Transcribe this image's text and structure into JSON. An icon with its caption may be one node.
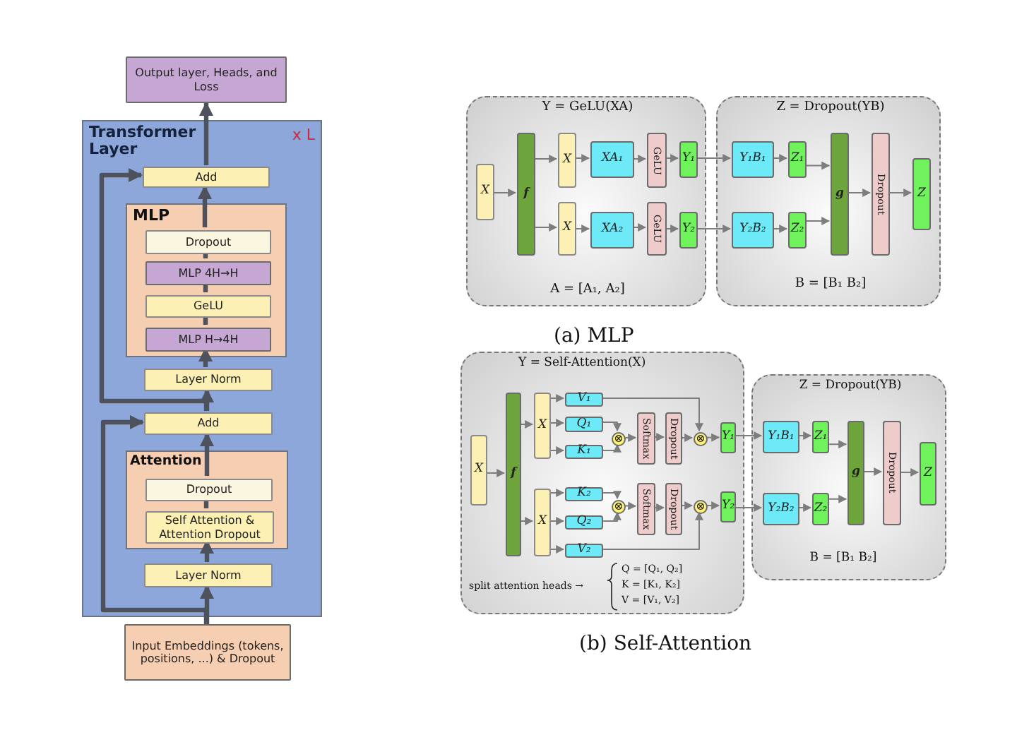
{
  "diagram": {
    "nodes": [
      {
        "text": [
          "Output layer, Heads, and Loss"
        ]
      },
      {
        "text": [
          "Transformer Layer",
          "x L"
        ]
      },
      {
        "text": [
          "Add"
        ],
        "in": 1
      },
      {
        "text": [
          "MLP"
        ],
        "in": 1
      },
      {
        "text": [
          "Dropout"
        ],
        "in": 3
      },
      {
        "text": [
          "MLP 4H→H"
        ],
        "in": 3
      },
      {
        "text": [
          "GeLU"
        ],
        "in": 3
      },
      {
        "text": [
          "MLP H→4H"
        ],
        "in": 3
      },
      {
        "text": [
          "Layer Norm"
        ],
        "in": 1
      },
      {
        "text": [
          "Add"
        ],
        "in": 1
      },
      {
        "text": [
          "Attention"
        ],
        "in": 1
      },
      {
        "text": [
          "Dropout"
        ],
        "in": 10
      },
      {
        "text": [
          "Self Attention & Attention Dropout"
        ],
        "in": 10
      },
      {
        "text": [
          "Layer Norm"
        ],
        "in": 1
      },
      {
        "text": [
          "Input Embeddings (tokens, positions, ...) & Dropout"
        ]
      },
      {
        "text": [
          "Y = GeLU(XA)",
          "A = [A₁, A₂]"
        ]
      },
      {
        "text": [
          "X"
        ],
        "in": 15
      },
      {
        "text": [
          "f"
        ],
        "in": 15
      },
      {
        "text": [
          "X"
        ],
        "in": 15
      },
      {
        "text": [
          "XA₁"
        ],
        "in": 15
      },
      {
        "text": [
          "GeLU"
        ],
        "in": 15
      },
      {
        "text": [
          "Y₁"
        ],
        "in": 15
      },
      {
        "text": [
          "X"
        ],
        "in": 15
      },
      {
        "text": [
          "XA₂"
        ],
        "in": 15
      },
      {
        "text": [
          "GeLU"
        ],
        "in": 15
      },
      {
        "text": [
          "Y₂"
        ],
        "in": 15
      },
      {
        "text": [
          "Z = Dropout(YB)",
          "B = [B₁ B₂]"
        ]
      },
      {
        "text": [
          "Y₁B₁"
        ],
        "in": 26
      },
      {
        "text": [
          "Z₁"
        ],
        "in": 26
      },
      {
        "text": [
          "Y₂B₂"
        ],
        "in": 26
      },
      {
        "text": [
          "Z₂"
        ],
        "in": 26
      },
      {
        "text": [
          "g"
        ],
        "in": 26
      },
      {
        "text": [
          "Dropout"
        ],
        "in": 26
      },
      {
        "text": [
          "Z"
        ],
        "in": 26
      },
      {
        "text": [
          "Y = Self-Attention(X)",
          "split attention heads →",
          "Q = [Q₁, Q₂]",
          "K = [K₁, K₂]",
          "V = [V₁, V₂]"
        ]
      },
      {
        "text": [
          "X"
        ],
        "in": 34
      },
      {
        "text": [
          "f"
        ],
        "in": 34
      },
      {
        "text": [
          "X"
        ],
        "in": 34
      },
      {
        "text": [
          "V₁"
        ],
        "in": 34
      },
      {
        "text": [
          "Q₁"
        ],
        "in": 34
      },
      {
        "text": [
          "K₁"
        ],
        "in": 34
      },
      {
        "text": [
          "⊗"
        ],
        "in": 34
      },
      {
        "text": [
          "Softmax"
        ],
        "in": 34
      },
      {
        "text": [
          "Dropout"
        ],
        "in": 34
      },
      {
        "text": [
          "⊗"
        ],
        "in": 34
      },
      {
        "text": [
          "Y₁"
        ],
        "in": 34
      },
      {
        "text": [
          "X"
        ],
        "in": 34
      },
      {
        "text": [
          "K₂"
        ],
        "in": 34
      },
      {
        "text": [
          "Q₂"
        ],
        "in": 34
      },
      {
        "text": [
          "V₂"
        ],
        "in": 34
      },
      {
        "text": [
          "⊗"
        ],
        "in": 34
      },
      {
        "text": [
          "Softmax"
        ],
        "in": 34
      },
      {
        "text": [
          "Dropout"
        ],
        "in": 34
      },
      {
        "text": [
          "⊗"
        ],
        "in": 34
      },
      {
        "text": [
          "Y₂"
        ],
        "in": 34
      },
      {
        "text": [
          "Z = Dropout(YB)",
          "B = [B₁ B₂]"
        ]
      },
      {
        "text": [
          "Y₁B₁"
        ],
        "in": 55
      },
      {
        "text": [
          "Z₁"
        ],
        "in": 55
      },
      {
        "text": [
          "Y₂B₂"
        ],
        "in": 55
      },
      {
        "text": [
          "Z₂"
        ],
        "in": 55
      },
      {
        "text": [
          "g"
        ],
        "in": 55
      },
      {
        "text": [
          "Dropout"
        ],
        "in": 55
      },
      {
        "text": [
          "Z"
        ],
        "in": 55
      }
    ],
    "edges": [
      {
        "from": 14,
        "to": 13,
        "arrow": "to",
        "style": "thick"
      },
      {
        "from": 13,
        "to": 12,
        "arrow": "to",
        "style": "thick"
      },
      {
        "from": 12,
        "to": 11,
        "arrow": "none",
        "style": "thick"
      },
      {
        "from": 11,
        "to": 9,
        "arrow": "to",
        "style": "thick"
      },
      {
        "from": 14,
        "to": 9,
        "arrow": "to",
        "style": "thick"
      },
      {
        "from": 9,
        "to": 8,
        "arrow": "to",
        "style": "thick"
      },
      {
        "from": 8,
        "to": 7,
        "arrow": "to",
        "style": "thick"
      },
      {
        "from": 7,
        "to": 6,
        "arrow": "none",
        "style": "thick"
      },
      {
        "from": 6,
        "to": 5,
        "arrow": "none",
        "style": "thick"
      },
      {
        "from": 5,
        "to": 4,
        "arrow": "none",
        "style": "thick"
      },
      {
        "from": 4,
        "to": 2,
        "arrow": "to",
        "style": "thick"
      },
      {
        "from": 9,
        "to": 2,
        "arrow": "to",
        "style": "thick"
      },
      {
        "from": 2,
        "to": 0,
        "arrow": "to",
        "style": "thick"
      },
      {
        "from": 16,
        "to": 17,
        "arrow": "to"
      },
      {
        "from": 17,
        "to": 18,
        "arrow": "to"
      },
      {
        "from": 17,
        "to": 22,
        "arrow": "to"
      },
      {
        "from": 18,
        "to": 19,
        "arrow": "to"
      },
      {
        "from": 19,
        "to": 20,
        "arrow": "to"
      },
      {
        "from": 20,
        "to": 21,
        "arrow": "to"
      },
      {
        "from": 22,
        "to": 23,
        "arrow": "to"
      },
      {
        "from": 23,
        "to": 24,
        "arrow": "to"
      },
      {
        "from": 24,
        "to": 25,
        "arrow": "to"
      },
      {
        "from": 21,
        "to": 27,
        "arrow": "to"
      },
      {
        "from": 25,
        "to": 29,
        "arrow": "to"
      },
      {
        "from": 27,
        "to": 28,
        "arrow": "to"
      },
      {
        "from": 29,
        "to": 30,
        "arrow": "to"
      },
      {
        "from": 28,
        "to": 31,
        "arrow": "to"
      },
      {
        "from": 30,
        "to": 31,
        "arrow": "to"
      },
      {
        "from": 31,
        "to": 32,
        "arrow": "to"
      },
      {
        "from": 32,
        "to": 33,
        "arrow": "to"
      },
      {
        "from": 35,
        "to": 36,
        "arrow": "to"
      },
      {
        "from": 36,
        "to": 37,
        "arrow": "to"
      },
      {
        "from": 36,
        "to": 46,
        "arrow": "to"
      },
      {
        "from": 37,
        "to": 38,
        "arrow": "to"
      },
      {
        "from": 37,
        "to": 39,
        "arrow": "to"
      },
      {
        "from": 37,
        "to": 40,
        "arrow": "to"
      },
      {
        "from": 39,
        "to": 41,
        "arrow": "to"
      },
      {
        "from": 40,
        "to": 41,
        "arrow": "to"
      },
      {
        "from": 41,
        "to": 42,
        "arrow": "to"
      },
      {
        "from": 42,
        "to": 43,
        "arrow": "to"
      },
      {
        "from": 43,
        "to": 44,
        "arrow": "to"
      },
      {
        "from": 38,
        "to": 44,
        "arrow": "to"
      },
      {
        "from": 44,
        "to": 45,
        "arrow": "to"
      },
      {
        "from": 46,
        "to": 47,
        "arrow": "to"
      },
      {
        "from": 46,
        "to": 48,
        "arrow": "to"
      },
      {
        "from": 46,
        "to": 49,
        "arrow": "to"
      },
      {
        "from": 47,
        "to": 50,
        "arrow": "to"
      },
      {
        "from": 48,
        "to": 50,
        "arrow": "to"
      },
      {
        "from": 50,
        "to": 51,
        "arrow": "to"
      },
      {
        "from": 51,
        "to": 52,
        "arrow": "to"
      },
      {
        "from": 52,
        "to": 53,
        "arrow": "to"
      },
      {
        "from": 49,
        "to": 53,
        "arrow": "to"
      },
      {
        "from": 53,
        "to": 54,
        "arrow": "to"
      },
      {
        "from": 45,
        "to": 56,
        "arrow": "to"
      },
      {
        "from": 54,
        "to": 58,
        "arrow": "to"
      },
      {
        "from": 56,
        "to": 57,
        "arrow": "to"
      },
      {
        "from": 58,
        "to": 59,
        "arrow": "to"
      },
      {
        "from": 57,
        "to": 60,
        "arrow": "to"
      },
      {
        "from": 59,
        "to": 60,
        "arrow": "to"
      },
      {
        "from": 60,
        "to": 61,
        "arrow": "to"
      },
      {
        "from": 61,
        "to": 62,
        "arrow": "to"
      }
    ],
    "labels": [
      "(a) MLP",
      "(b) Self-Attention"
    ]
  }
}
